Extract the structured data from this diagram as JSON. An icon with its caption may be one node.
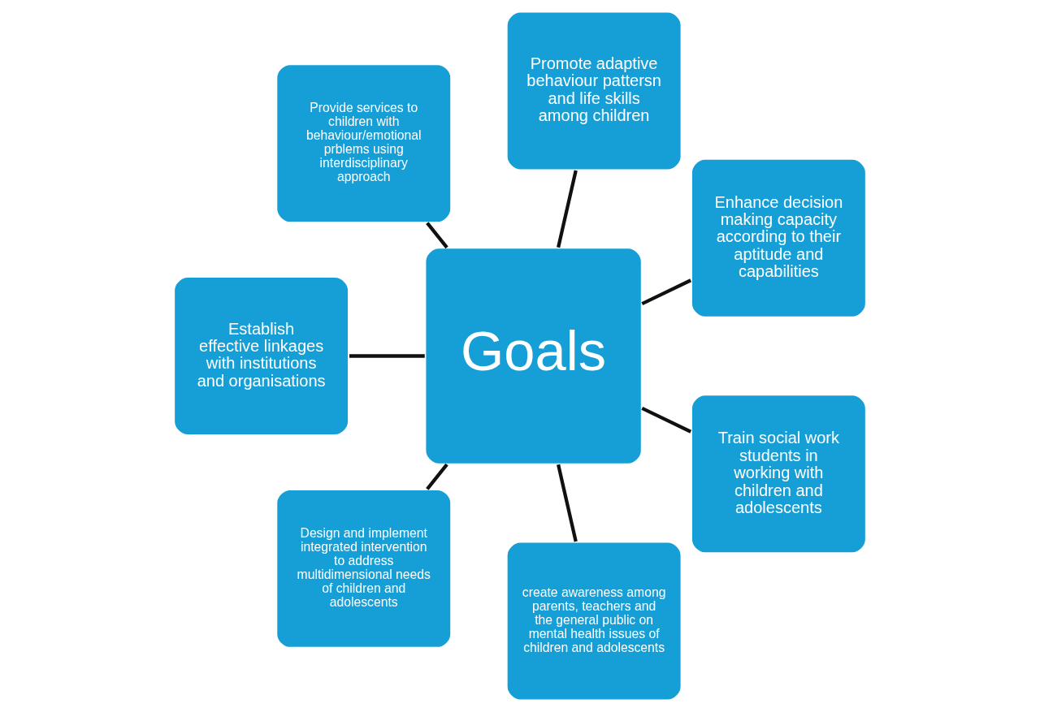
{
  "diagram": {
    "nodes": [
      {
        "text": [
          "Goals"
        ]
      },
      {
        "text": [
          "Enhance decision making capacity according to their aptitude and capabilities"
        ]
      },
      {
        "text": [
          "Promote adaptive behaviour pattersn and life skills among children"
        ]
      },
      {
        "text": [
          "Provide services to children with behaviour/emotional prblems using interdisciplinary approach"
        ]
      },
      {
        "text": [
          "Establish effective linkages with institutions and organisations"
        ]
      },
      {
        "text": [
          "Design and implement integrated intervention to address multidimensional needs of children and adolescents"
        ]
      },
      {
        "text": [
          "create awareness among parents, teachers and the general public on mental health issues of children and adolescents"
        ]
      },
      {
        "text": [
          "Train social work students in working with children and adolescents"
        ]
      }
    ],
    "edges": [
      {
        "from": 0,
        "to": 1,
        "arrow": "none"
      },
      {
        "from": 0,
        "to": 2,
        "arrow": "none"
      },
      {
        "from": 0,
        "to": 3,
        "arrow": "none"
      },
      {
        "from": 0,
        "to": 4,
        "arrow": "none"
      },
      {
        "from": 0,
        "to": 5,
        "arrow": "none"
      },
      {
        "from": 0,
        "to": 6,
        "arrow": "none"
      },
      {
        "from": 0,
        "to": 7,
        "arrow": "none"
      }
    ]
  }
}
